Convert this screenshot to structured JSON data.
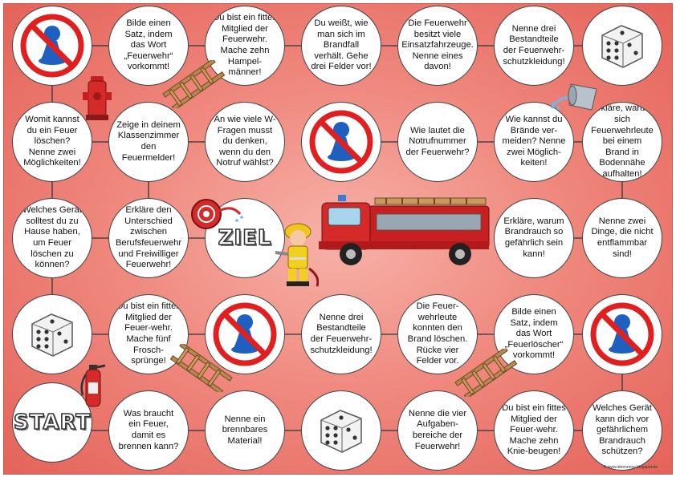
{
  "board": {
    "colors": {
      "background": "#f08a80",
      "field": "#ffffff",
      "pawn": "#1e5fc0",
      "ban": "#e02020",
      "truck": "#c62020"
    },
    "fields": {
      "r1c1": {
        "kind": "skip",
        "icon": "no-pawn-icon"
      },
      "r1c2": {
        "kind": "task",
        "text": "Bilde einen Satz, indem das Wort „Feuerwehr“ vorkommt!"
      },
      "r1c3": {
        "kind": "task",
        "text": "Du bist ein fittes Mitglied der Feuerwehr. Mache zehn Hampel-männer!"
      },
      "r1c4": {
        "kind": "task",
        "text": "Du weißt, wie man sich im Brandfall verhält. Gehe drei Felder vor!"
      },
      "r1c5": {
        "kind": "task",
        "text": "Die Feuerwehr besitzt viele Einsatzfahrzeuge. Nenne eines davon!"
      },
      "r1c6": {
        "kind": "task",
        "text": "Nenne drei Bestandteile der Feuerwehr-schutzkleidung!"
      },
      "r1c7": {
        "kind": "dice",
        "icon": "dice-icon"
      },
      "r2c1": {
        "kind": "task",
        "text": "Womit kannst du ein Feuer löschen? Nenne zwei Möglichkeiten!"
      },
      "r2c2": {
        "kind": "task",
        "text": "Zeige in deinem Klassenzimmer den Feuermelder!"
      },
      "r2c3": {
        "kind": "task",
        "text": "An wie viele W-Fragen musst du denken, wenn du den Notruf wählst?"
      },
      "r2c4": {
        "kind": "skip",
        "icon": "no-pawn-icon"
      },
      "r2c5": {
        "kind": "task",
        "text": "Wie lautet die Notrufnummer der Feuerwehr?"
      },
      "r2c6": {
        "kind": "task",
        "text": "Wie kannst du Brände ver-meiden? Nenne zwei Möglich-keiten!"
      },
      "r2c7": {
        "kind": "task",
        "text": "Erkläre, warum sich Feuerwehrleute bei einem Brand in Bodennähe aufhalten!"
      },
      "r3c1": {
        "kind": "task",
        "text": "Welches Gerät solltest du zu Hause haben, um Feuer löschen zu können?"
      },
      "r3c2": {
        "kind": "task",
        "text": "Erkläre den Unterschied zwischen Berufsfeuerwehr und Freiwilliger Feuerwehr!"
      },
      "r3c3": {
        "kind": "goal",
        "text": "ZIEL"
      },
      "r3c6": {
        "kind": "task",
        "text": "Erkläre, warum Brandrauch so gefährlich sein kann!"
      },
      "r3c7": {
        "kind": "task",
        "text": "Nenne zwei Dinge, die nicht entflammbar sind!"
      },
      "r4c1": {
        "kind": "dice",
        "icon": "dice-icon"
      },
      "r4c2": {
        "kind": "task",
        "text": "Du bist ein fittes Mitglied der Feuer-wehr. Mache fünf Frosch-sprünge!"
      },
      "r4c3": {
        "kind": "skip",
        "icon": "no-pawn-icon"
      },
      "r4c4": {
        "kind": "task",
        "text": "Nenne drei Bestandteile der Feuerwehr-schutzkleidung!"
      },
      "r4c5": {
        "kind": "task",
        "text": "Die Feuer-wehrleute konnten den Brand löschen. Rücke vier Felder vor."
      },
      "r4c6": {
        "kind": "task",
        "text": "Bilde einen Satz, indem das Wort „Feuerlöscher“ vorkommt!"
      },
      "r4c7": {
        "kind": "skip",
        "icon": "no-pawn-icon"
      },
      "r5c1": {
        "kind": "start",
        "text": "START"
      },
      "r5c2": {
        "kind": "task",
        "text": "Was braucht ein Feuer, damit es brennen kann?"
      },
      "r5c3": {
        "kind": "task",
        "text": "Nenne ein brennbares Material!"
      },
      "r5c4": {
        "kind": "dice",
        "icon": "dice-icon"
      },
      "r5c5": {
        "kind": "task",
        "text": "Nenne die vier Aufgaben-bereiche der Feuerwehr!"
      },
      "r5c6": {
        "kind": "task",
        "text": "Du bist ein fittes Mitglied der Feuer-wehr. Mache zehn Knie-beugen!"
      },
      "r5c7": {
        "kind": "task",
        "text": "Welches Gerät kann dich vor gefährlichem Brandrauch schützen?"
      }
    },
    "decorations": [
      "fire-hydrant-icon",
      "ladder-icon",
      "bucket-icon",
      "hose-reel-icon",
      "firefighter-icon",
      "fire-truck-icon",
      "fire-extinguisher-icon"
    ],
    "credit": "© www.ideenreise.blogspot.de"
  }
}
